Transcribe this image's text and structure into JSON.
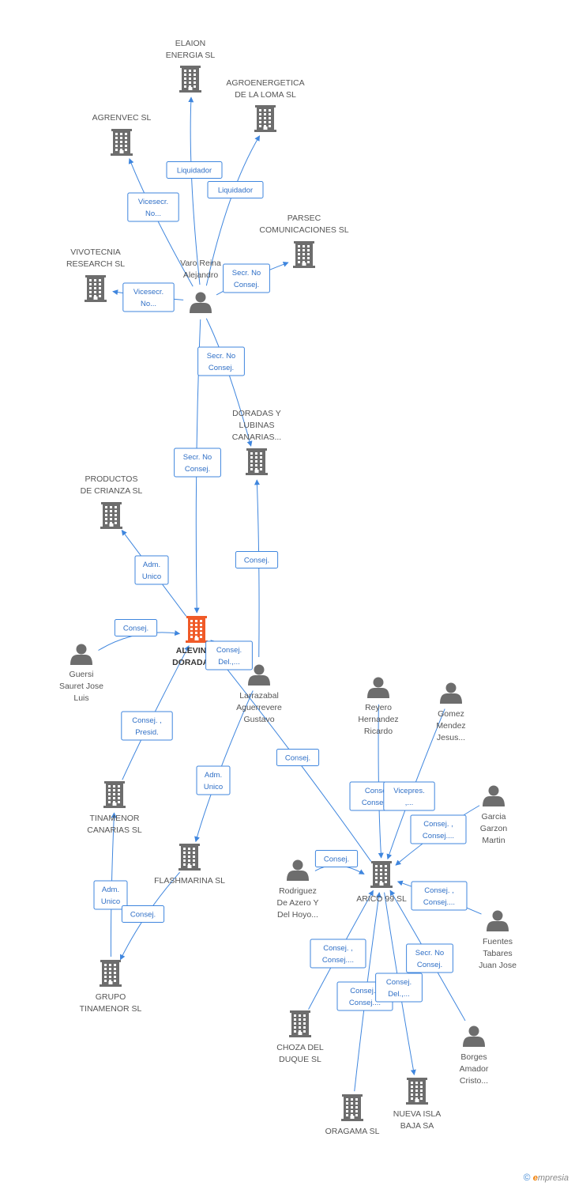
{
  "nodes": [
    {
      "id": "alevines",
      "type": "company",
      "main": true,
      "label": [
        "ALEVINES",
        "DORADAS..."
      ]
    },
    {
      "id": "elaion",
      "type": "company",
      "label": [
        "ELAION",
        "ENERGIA SL"
      ]
    },
    {
      "id": "agroenergetica",
      "type": "company",
      "label": [
        "AGROENERGETICA",
        "DE LA LOMA SL"
      ]
    },
    {
      "id": "agrenvec",
      "type": "company",
      "label": [
        "AGRENVEC SL"
      ]
    },
    {
      "id": "parsec",
      "type": "company",
      "label": [
        "PARSEC",
        "COMUNICACIONES SL"
      ]
    },
    {
      "id": "vivotecnia",
      "type": "company",
      "label": [
        "VIVOTECNIA",
        "RESEARCH SL"
      ]
    },
    {
      "id": "varo",
      "type": "person",
      "label": [
        "Varo Reina",
        "Alejandro"
      ]
    },
    {
      "id": "doradas",
      "type": "company",
      "label": [
        "DORADAS Y",
        "LUBINAS",
        "CANARIAS..."
      ]
    },
    {
      "id": "productos",
      "type": "company",
      "label": [
        "PRODUCTOS",
        "DE CRIANZA SL"
      ]
    },
    {
      "id": "guersi",
      "type": "person",
      "label": [
        "Guersi",
        "Sauret Jose",
        "Luis"
      ]
    },
    {
      "id": "larrazabal",
      "type": "person",
      "label": [
        "Larrazabal",
        "Aguerrevere",
        "Gustavo"
      ]
    },
    {
      "id": "reyero",
      "type": "person",
      "label": [
        "Reyero",
        "Hernandez",
        "Ricardo"
      ]
    },
    {
      "id": "gomez",
      "type": "person",
      "label": [
        "Gomez",
        "Mendez",
        "Jesus..."
      ]
    },
    {
      "id": "tinamenor",
      "type": "company",
      "label": [
        "TINAMENOR",
        "CANARIAS SL"
      ]
    },
    {
      "id": "garcia",
      "type": "person",
      "label": [
        "Garcia",
        "Garzon",
        "Martin"
      ]
    },
    {
      "id": "flashmarina",
      "type": "company",
      "label": [
        "FLASHMARINA SL"
      ]
    },
    {
      "id": "arico",
      "type": "company",
      "label": [
        "ARICO 99 SL"
      ]
    },
    {
      "id": "rodriguez",
      "type": "person",
      "label": [
        "Rodriguez",
        "De Azero Y",
        "Del Hoyo..."
      ]
    },
    {
      "id": "fuentes",
      "type": "person",
      "label": [
        "Fuentes",
        "Tabares",
        "Juan Jose"
      ]
    },
    {
      "id": "grupo",
      "type": "company",
      "label": [
        "GRUPO",
        "TINAMENOR SL"
      ]
    },
    {
      "id": "choza",
      "type": "company",
      "label": [
        "CHOZA DEL",
        "DUQUE SL"
      ]
    },
    {
      "id": "borges",
      "type": "person",
      "label": [
        "Borges",
        "Amador",
        "Cristo..."
      ]
    },
    {
      "id": "oragama",
      "type": "company",
      "label": [
        "ORAGAMA SL"
      ]
    },
    {
      "id": "nueva",
      "type": "company",
      "label": [
        "NUEVA ISLA",
        "BAJA SA"
      ]
    }
  ],
  "edges": [
    {
      "from": "varo",
      "to": "elaion",
      "label": [
        "Liquidador"
      ]
    },
    {
      "from": "varo",
      "to": "agroenergetica",
      "label": [
        "Liquidador"
      ]
    },
    {
      "from": "varo",
      "to": "agrenvec",
      "label": [
        "Vicesecr.",
        "No..."
      ]
    },
    {
      "from": "varo",
      "to": "parsec",
      "label": [
        "Secr. No",
        "Consej."
      ]
    },
    {
      "from": "varo",
      "to": "vivotecnia",
      "label": [
        "Vicesecr.",
        "No..."
      ]
    },
    {
      "from": "varo",
      "to": "doradas",
      "label": [
        "Secr. No",
        "Consej."
      ]
    },
    {
      "from": "varo",
      "to": "alevines",
      "label": [
        "Secr. No",
        "Consej."
      ]
    },
    {
      "from": "alevines",
      "to": "productos",
      "label": [
        "Adm.",
        "Unico"
      ]
    },
    {
      "from": "larrazabal",
      "to": "doradas",
      "label": [
        "Consej."
      ]
    },
    {
      "from": "guersi",
      "to": "alevines",
      "label": [
        "Consej."
      ]
    },
    {
      "from": "larrazabal",
      "to": "alevines",
      "label": [
        "Consej.",
        "Del.,..."
      ]
    },
    {
      "from": "tinamenor",
      "to": "alevines",
      "label": [
        "Consej. ,",
        "Presid."
      ]
    },
    {
      "from": "larrazabal",
      "to": "flashmarina",
      "label": [
        "Adm.",
        "Unico"
      ]
    },
    {
      "from": "arico",
      "to": "alevines",
      "label": [
        "Consej."
      ]
    },
    {
      "from": "reyero",
      "to": "arico",
      "label": [
        "Consej.",
        "Consej...."
      ]
    },
    {
      "from": "gomez",
      "to": "arico",
      "label": [
        "Vicepres.",
        ",..."
      ]
    },
    {
      "from": "garcia",
      "to": "arico",
      "label": [
        "Consej. ,",
        "Consej...."
      ]
    },
    {
      "from": "rodriguez",
      "to": "arico",
      "label": [
        "Consej."
      ]
    },
    {
      "from": "fuentes",
      "to": "arico",
      "label": [
        "Consej. ,",
        "Consej...."
      ]
    },
    {
      "from": "grupo",
      "to": "tinamenor",
      "label": [
        "Adm.",
        "Unico"
      ]
    },
    {
      "from": "flashmarina",
      "to": "grupo",
      "label": [
        "Consej."
      ]
    },
    {
      "from": "choza",
      "to": "arico",
      "label": [
        "Consej. ,",
        "Consej...."
      ]
    },
    {
      "from": "oragama",
      "to": "arico",
      "label": [
        "Consej. ,",
        "Consej...."
      ]
    },
    {
      "from": "borges",
      "to": "arico",
      "label": [
        "Secr. No",
        "Consej."
      ]
    },
    {
      "from": "arico",
      "to": "nueva",
      "label": [
        "Consej.",
        "Del.,..."
      ]
    }
  ],
  "colors": {
    "edge": "#3f86de",
    "company_icon": "#6d6d6d",
    "main_company_icon": "#f05a28",
    "person_icon": "#6d6d6d",
    "label": "#555555"
  },
  "footer": {
    "copyright_symbol": "©",
    "brand_initial": "e",
    "brand_rest": "mpresia"
  }
}
